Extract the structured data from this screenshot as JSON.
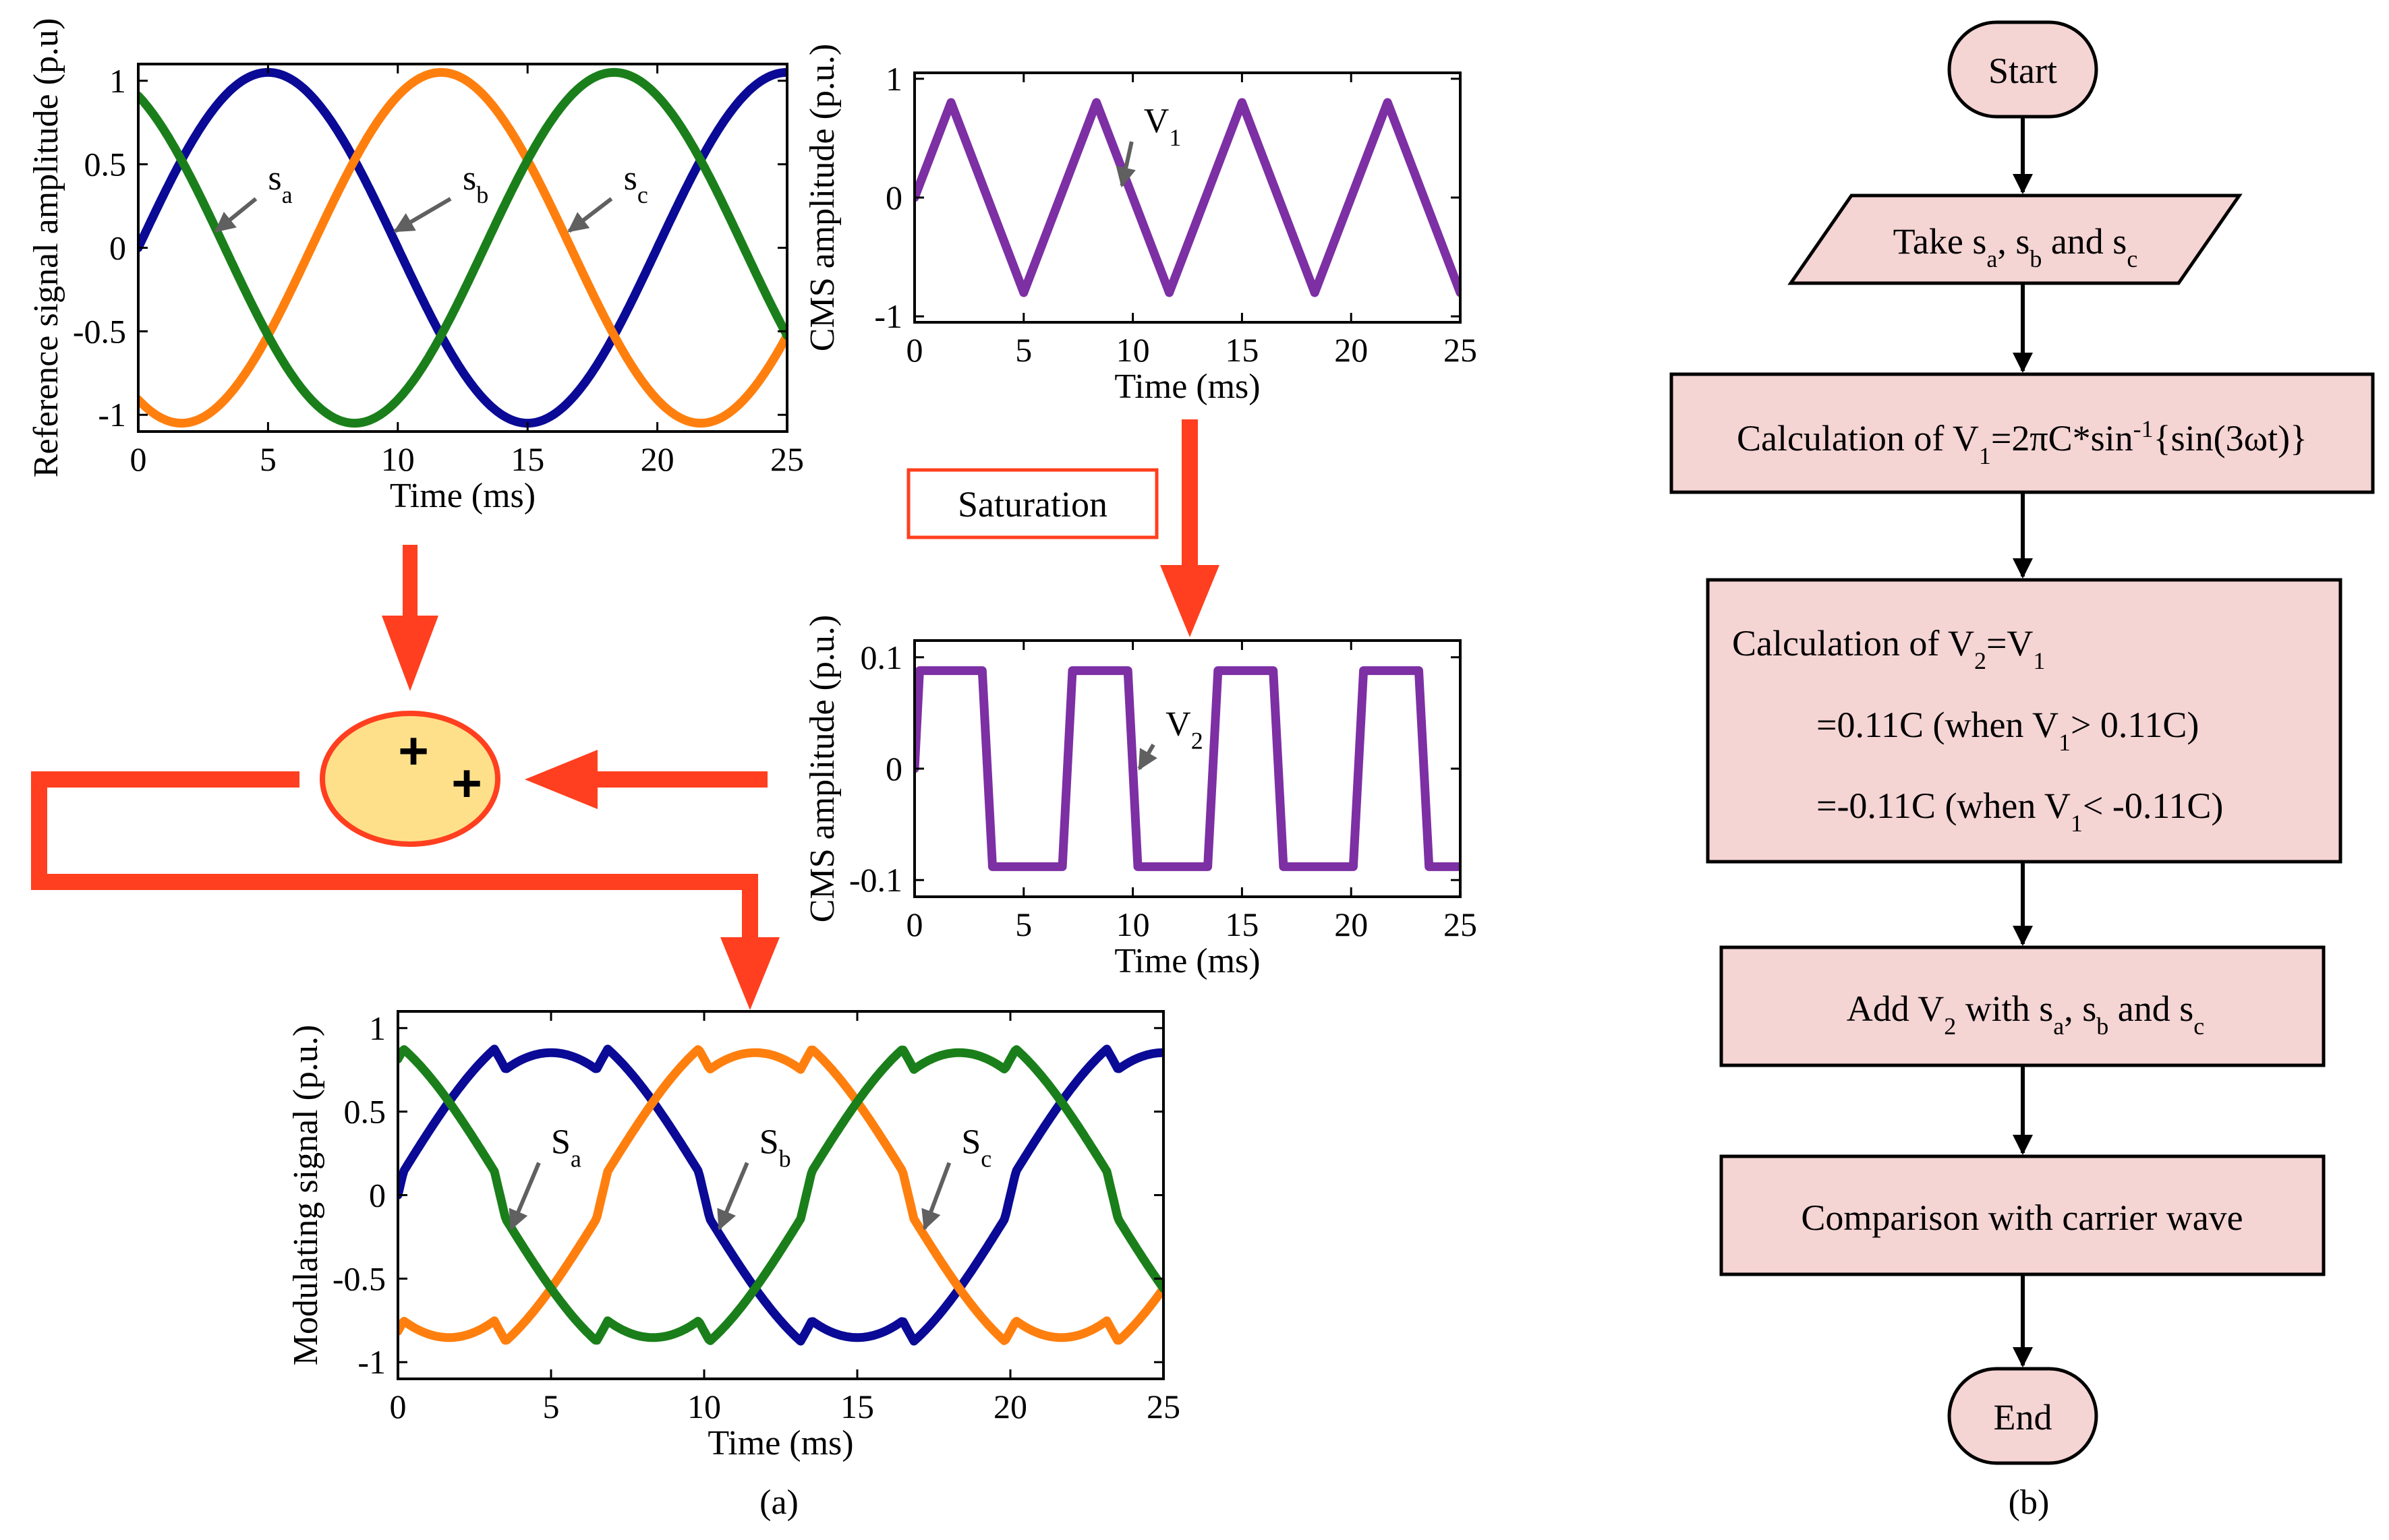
{
  "colors": {
    "phase_a": "#0a0a96",
    "phase_b": "#ff7f0e",
    "phase_c": "#1a7f1a",
    "cms": "#7d2fa4",
    "arrow": "#ff3f1f",
    "pointer": "#606060",
    "flow_fill": "#f5d4d4",
    "adder_fill": "#ffe08a"
  },
  "captions": {
    "a": "(a)",
    "b": "(b)"
  },
  "adder": {
    "sign1": "+",
    "sign2": "+"
  },
  "saturation_label": "Saturation",
  "chart_data": [
    {
      "id": "reference",
      "type": "line",
      "xlabel": "Time (ms)",
      "ylabel": "Reference signal amplitude (p.u)",
      "xlim": [
        0,
        25
      ],
      "ylim": [
        -1.1,
        1.1
      ],
      "xticks": [
        0,
        5,
        10,
        15,
        20,
        25
      ],
      "yticks": [
        -1,
        -0.5,
        0,
        0.5,
        1
      ],
      "grid": false,
      "waveform": "sine",
      "frequency_hz": 50,
      "series": [
        {
          "label": "s",
          "sub": "a",
          "amplitude": 1.05,
          "phase_deg": 0,
          "color_key": "phase_a"
        },
        {
          "label": "s",
          "sub": "b",
          "amplitude": 1.05,
          "phase_deg": -120,
          "color_key": "phase_b"
        },
        {
          "label": "s",
          "sub": "c",
          "amplitude": 1.05,
          "phase_deg": 120,
          "color_key": "phase_c"
        }
      ],
      "annotations": [
        {
          "label": "s",
          "sub": "a",
          "text_x": 5.0,
          "text_y": 0.35,
          "tip_x": 3.0,
          "tip_y": 0.1
        },
        {
          "label": "s",
          "sub": "b",
          "text_x": 12.5,
          "text_y": 0.35,
          "tip_x": 9.9,
          "tip_y": 0.1
        },
        {
          "label": "s",
          "sub": "c",
          "text_x": 18.7,
          "text_y": 0.35,
          "tip_x": 16.6,
          "tip_y": 0.1
        }
      ]
    },
    {
      "id": "cms_triangle",
      "type": "line",
      "xlabel": "Time (ms)",
      "ylabel": "CMS amplitude (p.u.)",
      "xlim": [
        0,
        25
      ],
      "ylim": [
        -1.05,
        1.05
      ],
      "xticks": [
        0,
        5,
        10,
        15,
        20,
        25
      ],
      "yticks": [
        -1,
        0,
        1
      ],
      "grid": false,
      "series": [
        {
          "name": "V1",
          "color_key": "cms",
          "x": [
            0,
            1.67,
            5.0,
            8.33,
            11.67,
            15.0,
            18.33,
            21.67,
            25.0
          ],
          "y": [
            0,
            0.8,
            -0.8,
            0.8,
            -0.8,
            0.8,
            -0.8,
            0.8,
            -0.8
          ]
        }
      ],
      "annotations": [
        {
          "label": "V",
          "sub": "1",
          "text_x": 10.5,
          "text_y": 0.55,
          "tip_x": 9.5,
          "tip_y": 0.1
        }
      ]
    },
    {
      "id": "cms_saturated",
      "type": "line",
      "xlabel": "Time (ms)",
      "ylabel": "CMS amplitude (p.u.)",
      "xlim": [
        0,
        25
      ],
      "ylim": [
        -0.115,
        0.115
      ],
      "xticks": [
        0,
        5,
        10,
        15,
        20,
        25
      ],
      "yticks": [
        -0.1,
        0,
        0.1
      ],
      "grid": false,
      "series": [
        {
          "name": "V2",
          "color_key": "cms",
          "x": [
            0,
            0.23,
            3.1,
            3.57,
            6.77,
            7.23,
            9.77,
            10.23,
            13.43,
            13.9,
            16.43,
            16.9,
            20.1,
            20.57,
            23.1,
            23.57,
            25.0
          ],
          "y": [
            0,
            0.088,
            0.088,
            -0.088,
            -0.088,
            0.088,
            0.088,
            -0.088,
            -0.088,
            0.088,
            0.088,
            -0.088,
            -0.088,
            0.088,
            0.088,
            -0.088,
            -0.088
          ]
        }
      ],
      "annotations": [
        {
          "label": "V",
          "sub": "2",
          "text_x": 11.5,
          "text_y": 0.03,
          "tip_x": 10.3,
          "tip_y": 0.0
        }
      ]
    },
    {
      "id": "modulating",
      "type": "line",
      "xlabel": "Time (ms)",
      "ylabel": "Modulating signal (p.u.)",
      "xlim": [
        0,
        25
      ],
      "ylim": [
        -1.1,
        1.1
      ],
      "xticks": [
        0,
        5,
        10,
        15,
        20,
        25
      ],
      "yticks": [
        -1,
        -0.5,
        0,
        0.5,
        1
      ],
      "grid": false,
      "waveform": "sine_plus_clamped_triangle",
      "frequency_hz": 50,
      "clamp": 0.088,
      "series": [
        {
          "label": "S",
          "sub": "a",
          "amplitude": 0.98,
          "phase_deg": 0,
          "color_key": "phase_a"
        },
        {
          "label": "S",
          "sub": "b",
          "amplitude": 0.98,
          "phase_deg": -120,
          "color_key": "phase_b"
        },
        {
          "label": "S",
          "sub": "c",
          "amplitude": 0.98,
          "phase_deg": 120,
          "color_key": "phase_c"
        }
      ],
      "annotations": [
        {
          "label": "S",
          "sub": "a",
          "text_x": 5.0,
          "text_y": 0.25,
          "tip_x": 3.7,
          "tip_y": -0.2
        },
        {
          "label": "S",
          "sub": "b",
          "text_x": 11.8,
          "text_y": 0.25,
          "tip_x": 10.5,
          "tip_y": -0.2
        },
        {
          "label": "S",
          "sub": "c",
          "text_x": 18.4,
          "text_y": 0.25,
          "tip_x": 17.2,
          "tip_y": -0.2
        }
      ]
    }
  ],
  "flowchart": {
    "start": "Start",
    "input": [
      {
        "t": "Take s"
      },
      {
        "t": "a",
        "sub": true
      },
      {
        "t": ", s"
      },
      {
        "t": "b",
        "sub": true
      },
      {
        "t": " and s"
      },
      {
        "t": "c",
        "sub": true
      }
    ],
    "calc_v1": [
      {
        "t": "Calculation of V"
      },
      {
        "t": "1",
        "sub": true
      },
      {
        "t": "=2πC*sin"
      },
      {
        "t": "-1",
        "sup": true
      },
      {
        "t": "{sin(3ωt)}"
      }
    ],
    "calc_v2": {
      "line1": [
        {
          "t": "Calculation of  V"
        },
        {
          "t": "2",
          "sub": true
        },
        {
          "t": "=V"
        },
        {
          "t": "1",
          "sub": true
        }
      ],
      "line2": [
        {
          "t": "=0.11C (when V"
        },
        {
          "t": "1",
          "sub": true
        },
        {
          "t": "> 0.11C)"
        }
      ],
      "line3": [
        {
          "t": "=-0.11C (when V"
        },
        {
          "t": "1",
          "sub": true
        },
        {
          "t": "< -0.11C)"
        }
      ]
    },
    "add": [
      {
        "t": "Add V"
      },
      {
        "t": "2",
        "sub": true
      },
      {
        "t": " with s"
      },
      {
        "t": "a",
        "sub": true
      },
      {
        "t": ", s"
      },
      {
        "t": "b",
        "sub": true
      },
      {
        "t": " and s"
      },
      {
        "t": "c",
        "sub": true
      }
    ],
    "compare": "Comparison with carrier wave",
    "end": "End"
  }
}
